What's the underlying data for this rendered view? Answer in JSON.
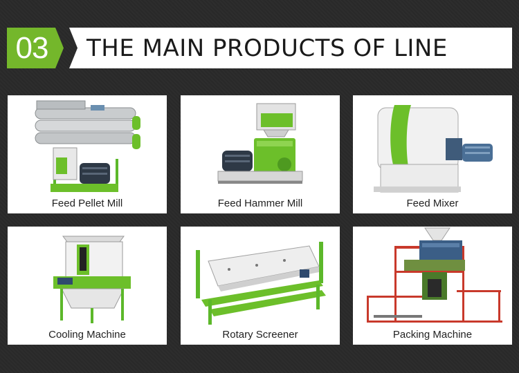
{
  "banner": {
    "number": "03",
    "title": "THE MAIN PRODUCTS OF LINE",
    "accent_color": "#74b72b"
  },
  "products": [
    {
      "name": "Feed Pellet Mill",
      "icon": "pellet-mill-machine"
    },
    {
      "name": "Feed Hammer Mill",
      "icon": "hammer-mill-machine"
    },
    {
      "name": "Feed Mixer",
      "icon": "mixer-machine"
    },
    {
      "name": "Cooling Machine",
      "icon": "cooler-machine"
    },
    {
      "name": "Rotary Screener",
      "icon": "screener-machine"
    },
    {
      "name": "Packing Machine",
      "icon": "packing-machine"
    }
  ],
  "colors": {
    "machine_green": "#6cbf2a",
    "frame_green": "#5cb82a",
    "motor_blue": "#2f4a6e",
    "rail_red": "#c8392b"
  }
}
